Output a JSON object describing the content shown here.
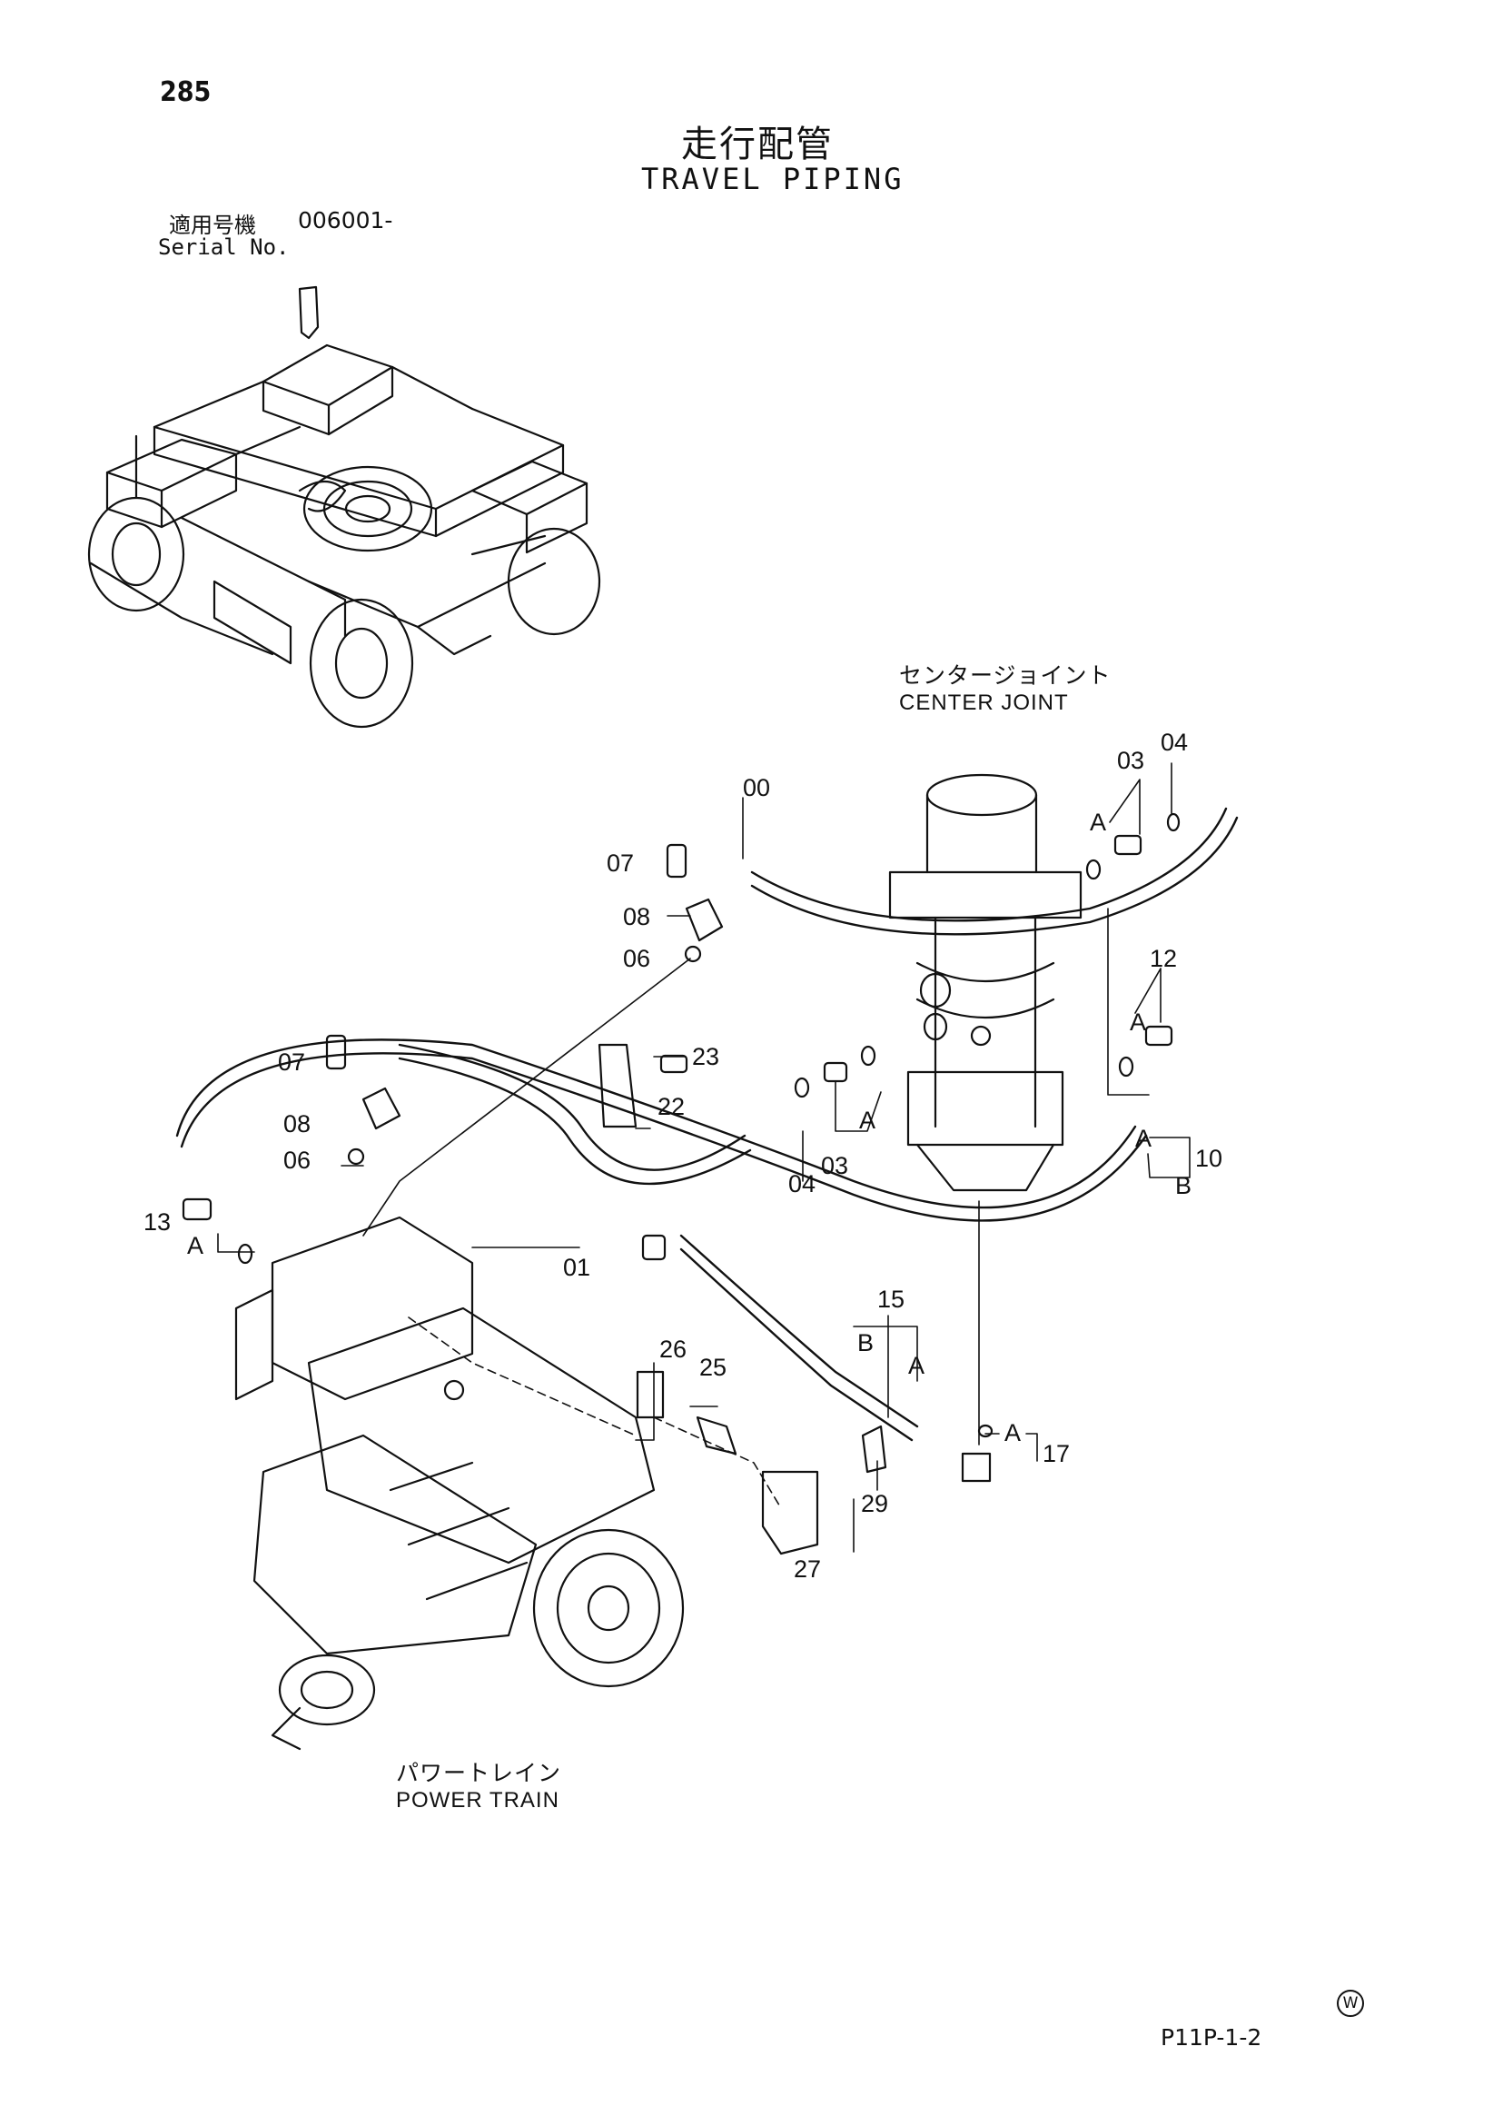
{
  "page_number": "285",
  "title_ja": "走行配管",
  "title_en": "TRAVEL PIPING",
  "serial": {
    "label_ja": "適用号機",
    "label_en": "Serial No.",
    "value": "006001-"
  },
  "assemblies": {
    "center_joint_ja": "センタージョイント",
    "center_joint_en": "CENTER JOINT",
    "power_train_ja": "パワートレイン",
    "power_train_en": "POWER TRAIN"
  },
  "callouts": [
    "00",
    "01",
    "03",
    "03",
    "04",
    "04",
    "06",
    "06",
    "07",
    "07",
    "08",
    "08",
    "10",
    "12",
    "13",
    "15",
    "17",
    "22",
    "23",
    "25",
    "26",
    "27",
    "29"
  ],
  "letters": {
    "a": "A",
    "b": "B"
  },
  "footer": {
    "code": "P11P-1-2",
    "mark": "W"
  }
}
